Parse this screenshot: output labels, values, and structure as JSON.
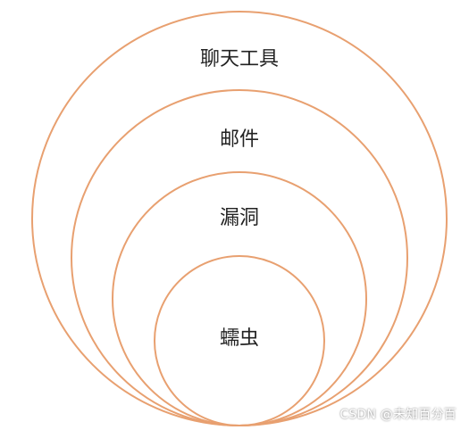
{
  "diagram": {
    "stroke_color": "#e8a070",
    "layers": [
      {
        "label": "聊天工具"
      },
      {
        "label": "邮件"
      },
      {
        "label": "漏洞"
      },
      {
        "label": "蠕虫"
      }
    ]
  },
  "watermark": "CSDN @未知百分百"
}
